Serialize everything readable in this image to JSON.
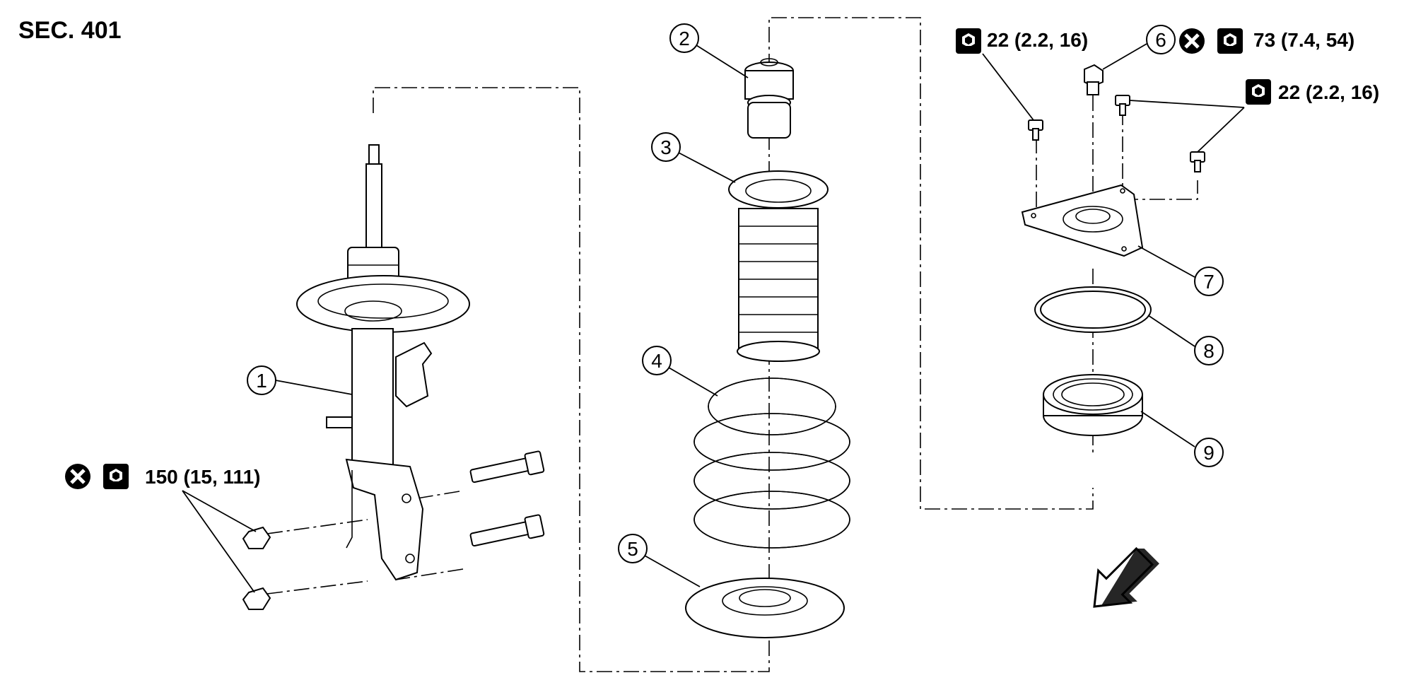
{
  "section_label": "SEC. 401",
  "torque_specs": {
    "left_nuts": "150 (15, 111)",
    "top_left_bolt": "22 (2.2, 16)",
    "center_nut": "73 (7.4, 54)",
    "top_right_bolts": "22 (2.2, 16)"
  },
  "callouts": [
    "1",
    "2",
    "3",
    "4",
    "5",
    "6",
    "7",
    "8",
    "9"
  ]
}
